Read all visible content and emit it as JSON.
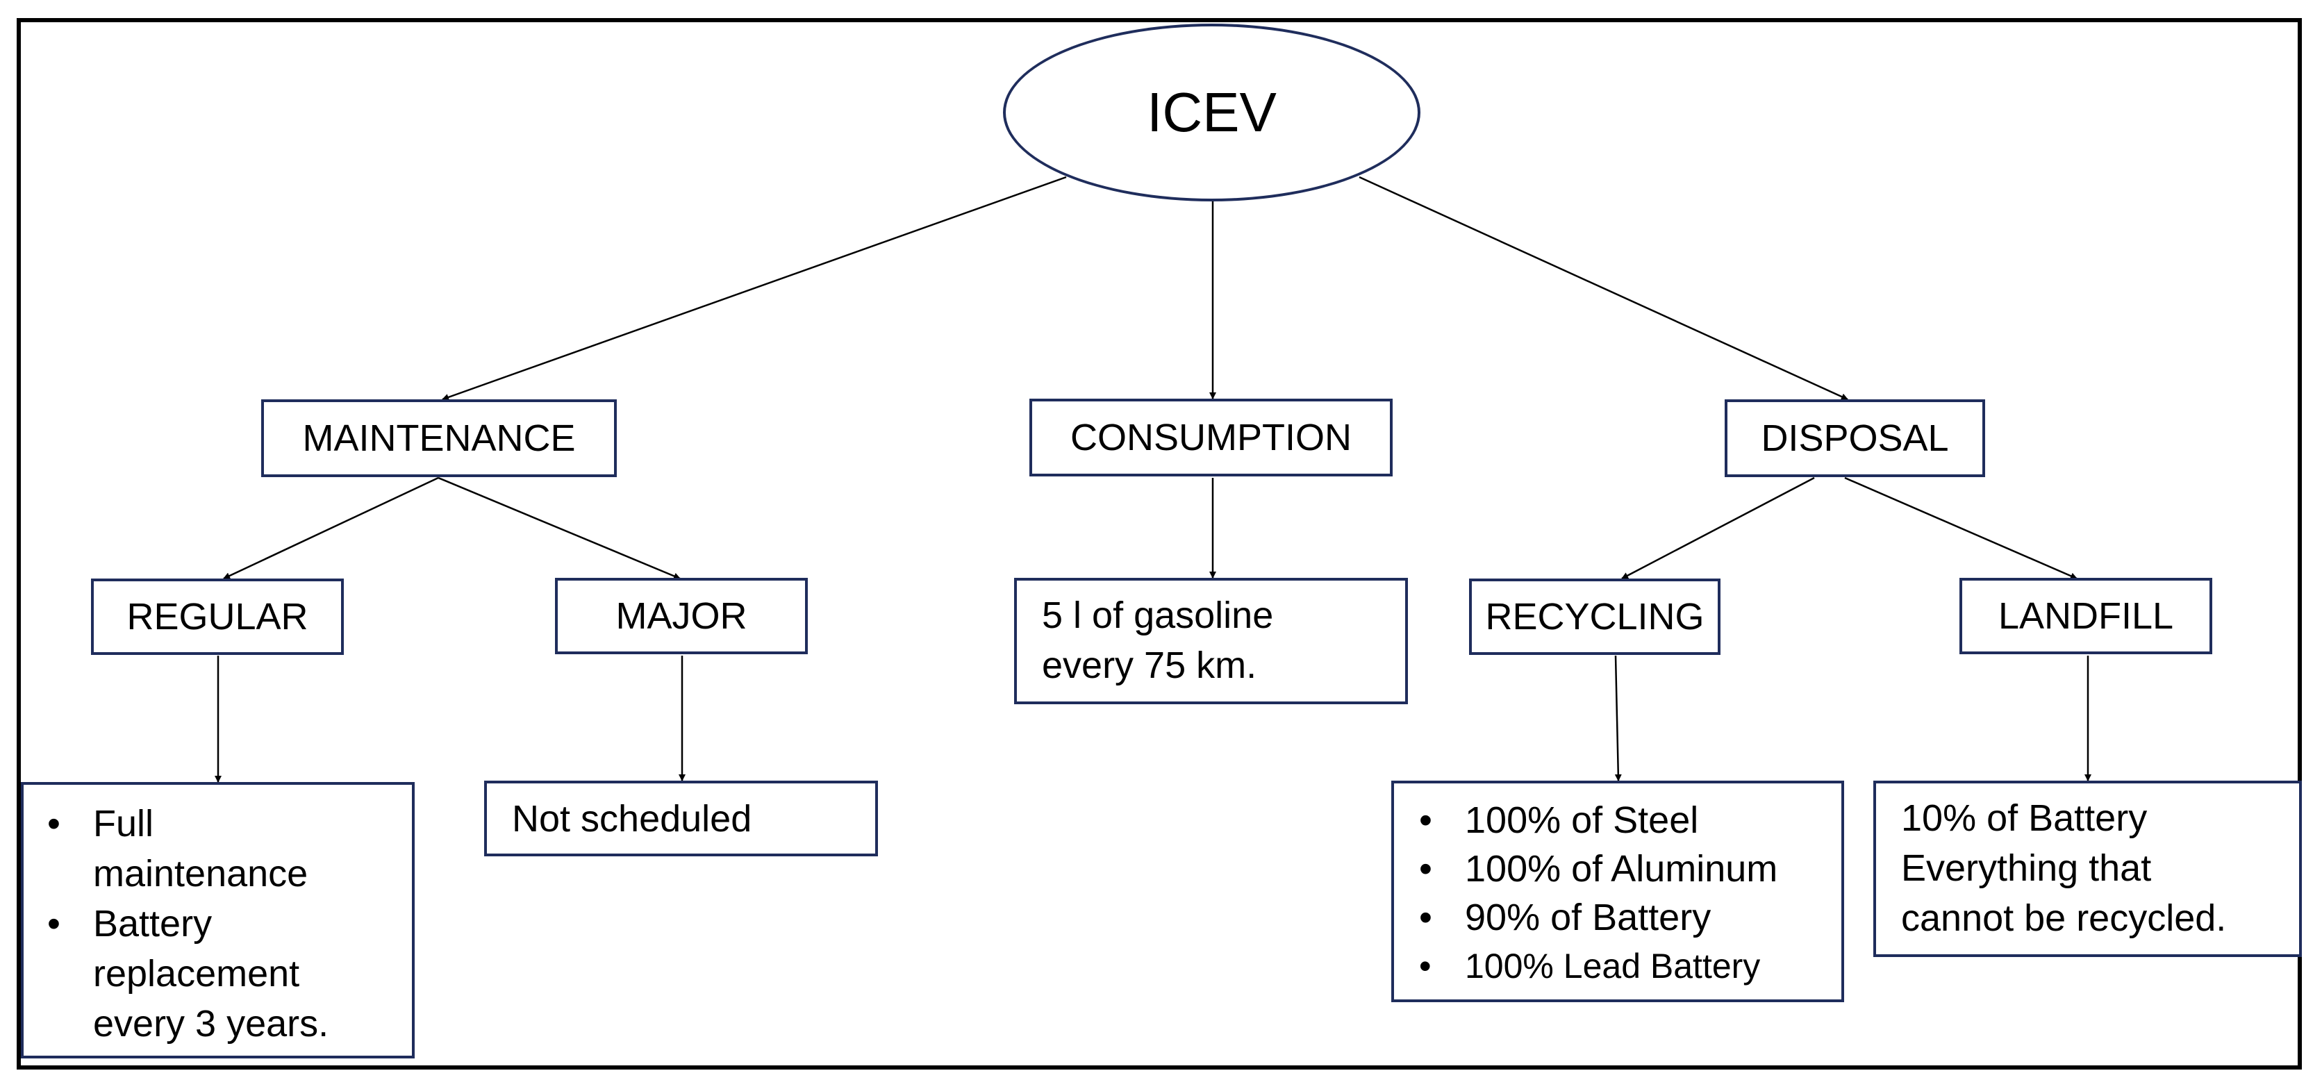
{
  "diagram": {
    "root": "ICEV",
    "categories": {
      "maintenance": "MAINTENANCE",
      "consumption": "CONSUMPTION",
      "disposal": "DISPOSAL"
    },
    "subcategories": {
      "regular": "REGULAR",
      "major": "MAJOR",
      "recycling": "RECYCLING",
      "landfill": "LANDFILL"
    },
    "leaves": {
      "regular_items": [
        {
          "lines": [
            "Full",
            "maintenance"
          ]
        },
        {
          "lines": [
            "Battery",
            "replacement",
            "every 3 years."
          ]
        }
      ],
      "major_text": "Not scheduled",
      "consumption_lines": [
        "5 l of gasoline",
        "every 75 km."
      ],
      "recycling_items": [
        "100% of Steel",
        "100% of Aluminum",
        "90% of Battery",
        "100% Lead Battery"
      ],
      "landfill_lines": [
        "10% of Battery",
        "Everything that",
        "cannot be recycled."
      ]
    },
    "colors": {
      "box_border": "#1f2d5c",
      "connector": "#000000",
      "frame": "#000000"
    }
  }
}
